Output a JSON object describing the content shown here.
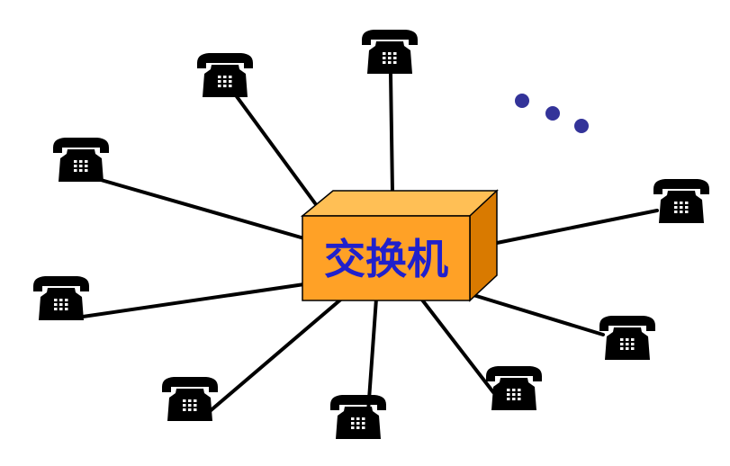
{
  "diagram": {
    "switch_label": "交换机",
    "colors": {
      "box_front": "#ffa126",
      "box_top": "#ffbf55",
      "box_side": "#d97a00",
      "label": "#2020cc",
      "dots": "#333399",
      "lines": "#000000",
      "phones": "#000000"
    },
    "nodes": [
      {
        "id": "phone-top-center",
        "icon": "telephone-icon"
      },
      {
        "id": "phone-top-left",
        "icon": "telephone-icon"
      },
      {
        "id": "phone-left-upper",
        "icon": "telephone-icon"
      },
      {
        "id": "phone-left-lower",
        "icon": "telephone-icon"
      },
      {
        "id": "phone-bottom-left",
        "icon": "telephone-icon"
      },
      {
        "id": "phone-bottom-center",
        "icon": "telephone-icon"
      },
      {
        "id": "phone-bottom-right",
        "icon": "telephone-icon"
      },
      {
        "id": "phone-right-lower",
        "icon": "telephone-icon"
      },
      {
        "id": "phone-right-upper",
        "icon": "telephone-icon"
      }
    ],
    "ellipsis_icon": "ellipsis-dots"
  }
}
